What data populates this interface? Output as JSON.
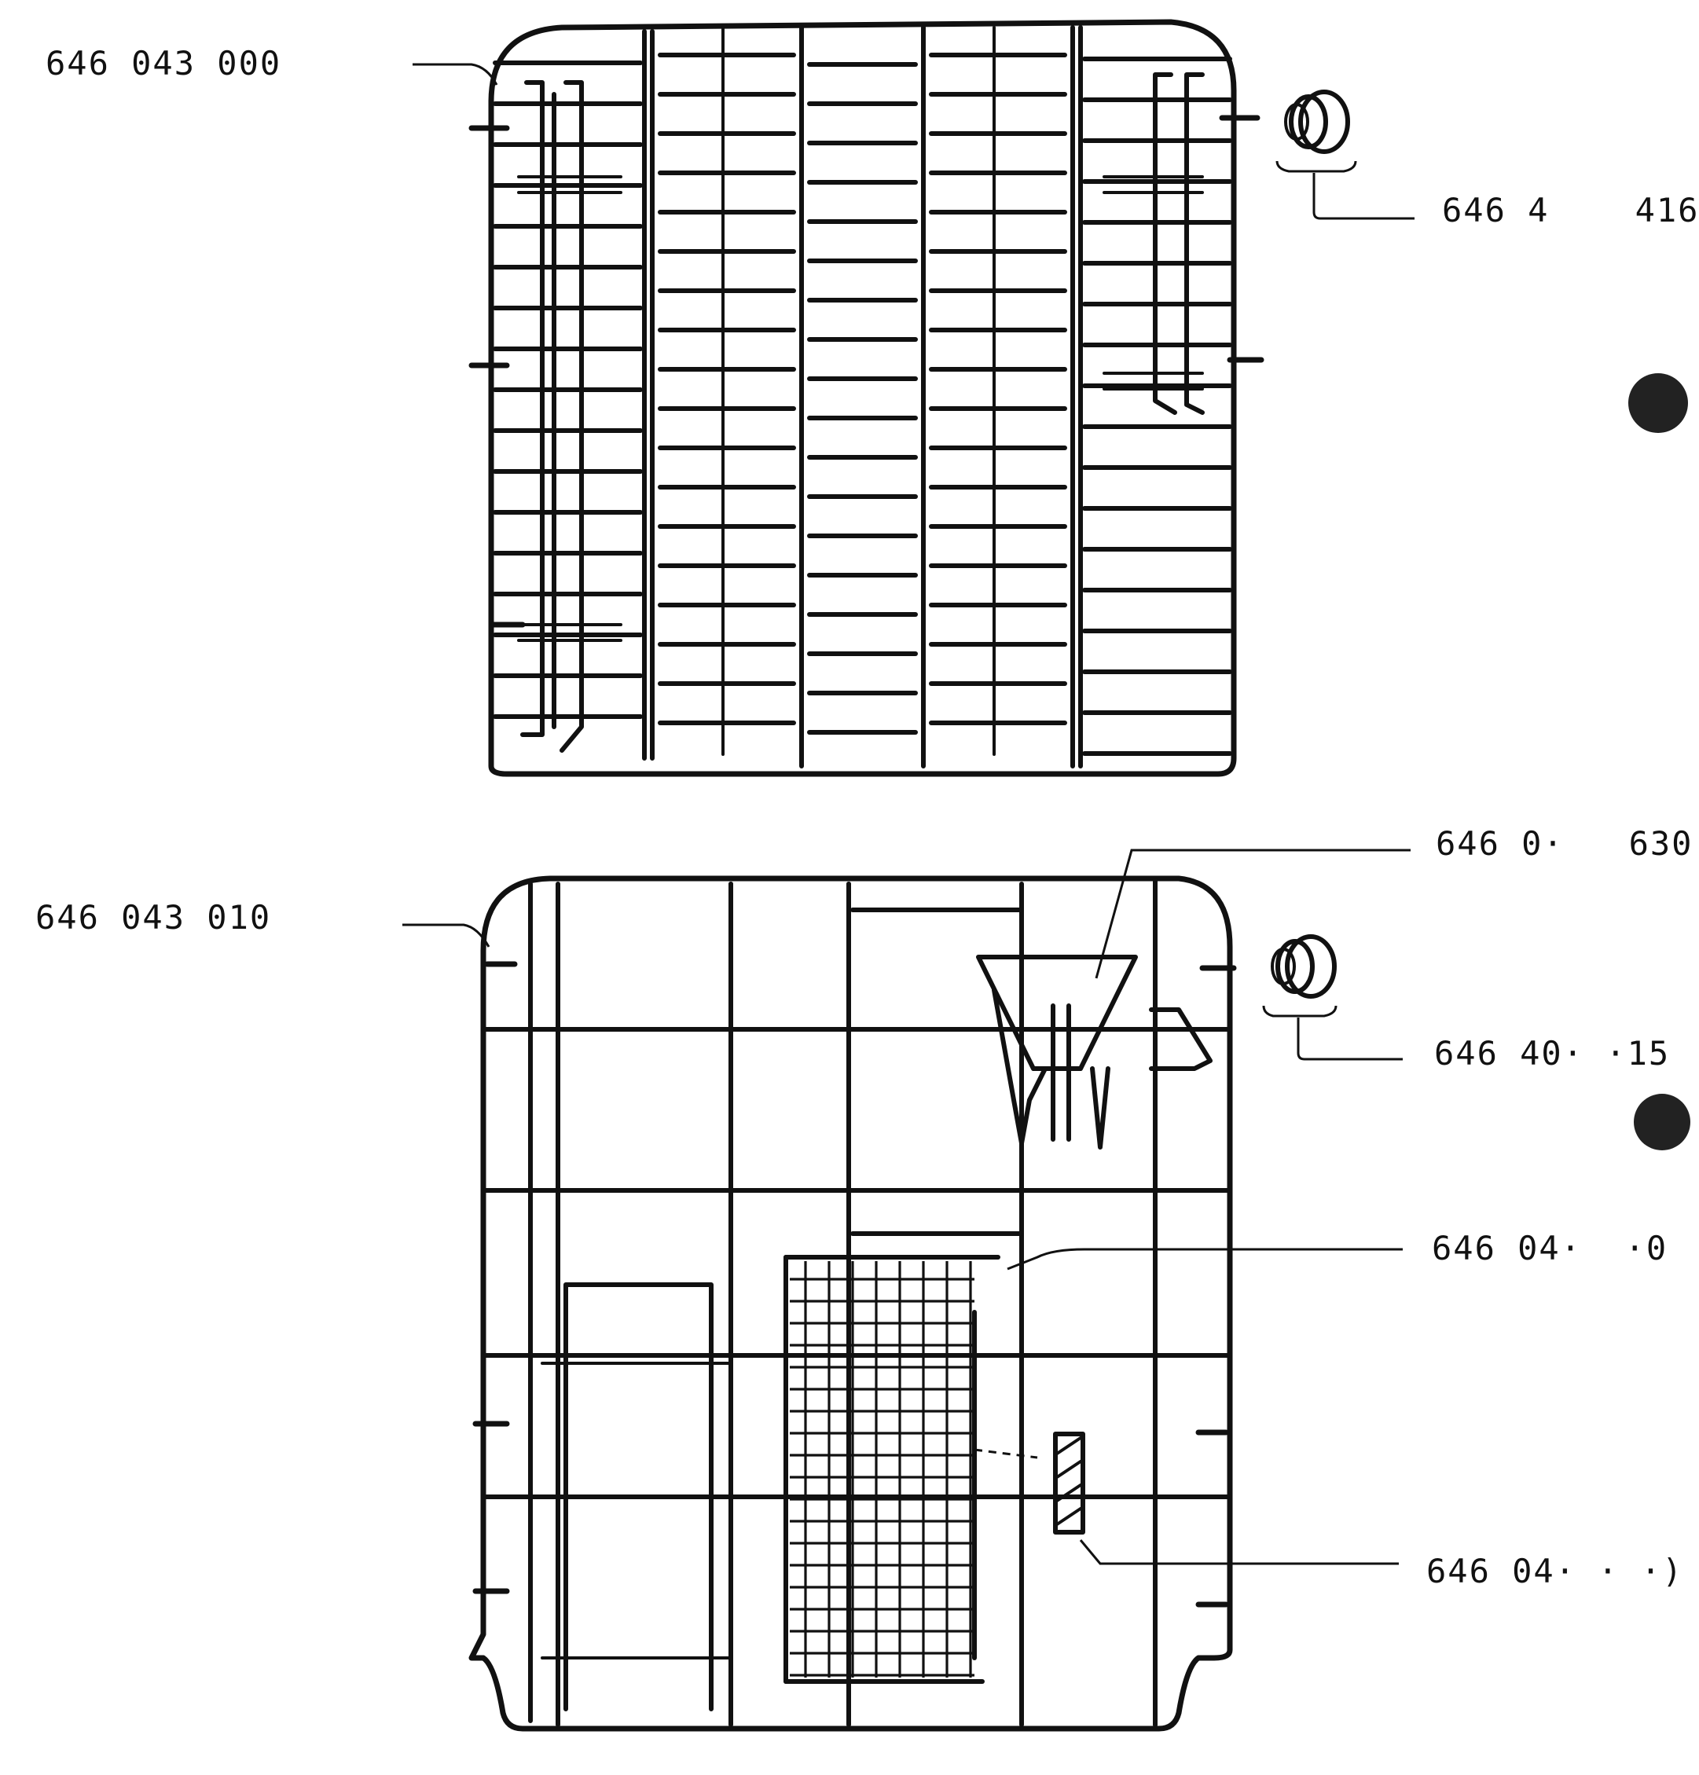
{
  "diagram": {
    "upper_basket": {
      "part_number": "646 043 000",
      "roller_part_number": "646 4    416"
    },
    "lower_basket": {
      "part_number": "646 043 010",
      "roller_part_number": "646 40· ·15",
      "holder_part_number": "646 0·   630",
      "cutlery_basket_part_number": "646 04·  ·0",
      "clip_part_number": "646 04· · ·)"
    },
    "colors": {
      "ink": "#111111",
      "paper": "#ffffff"
    }
  }
}
